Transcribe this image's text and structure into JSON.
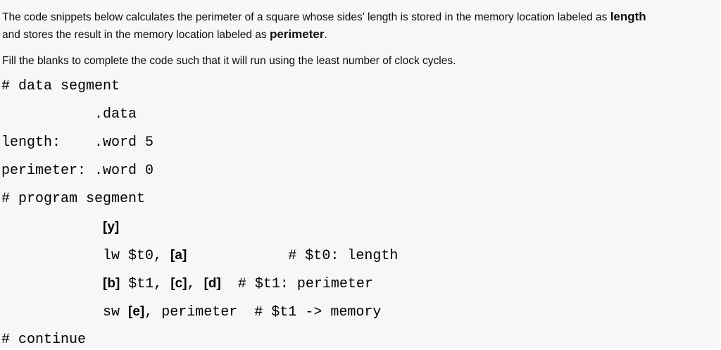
{
  "colors": {
    "page_background": "#ffffff",
    "content_background": "#f7f7f7",
    "text": "#0d0d0d",
    "code_text": "#000000"
  },
  "intro": {
    "line1_text": "The code snippets below calculates the perimeter of a square whose sides' length is stored in the memory location labeled as ",
    "line1_bold": "length",
    "line2_text": "and stores the result in the memory location labeled as ",
    "line2_bold": "perimeter",
    "line2_period": ".",
    "instruction": "Fill the blanks to complete the code such that it will run using the least number of clock cycles."
  },
  "code": {
    "data_segment_comment": "# data segment",
    "data_directive": "           .data",
    "length_declaration": "length:    .word 5",
    "perimeter_declaration": "perimeter: .word 0",
    "program_segment_comment": "# program segment",
    "blank_line": {
      "indent": "            ",
      "blank_y": "[y]"
    },
    "lw_line": {
      "code": "            lw $t0, ",
      "blank_a": "[a]",
      "comment": "            # $t0: length"
    },
    "op_line": {
      "indent": "            ",
      "blank_b": "[b]",
      "operand1": " $t1, ",
      "blank_c": "[c]",
      "separator": ", ",
      "blank_d": "[d]",
      "comment": "  # $t1: perimeter"
    },
    "sw_line": {
      "code": "            sw ",
      "blank_e": "[e]",
      "operand": ", perimeter",
      "comment": "  # $t1 -> memory"
    },
    "continue_comment": "# continue"
  }
}
